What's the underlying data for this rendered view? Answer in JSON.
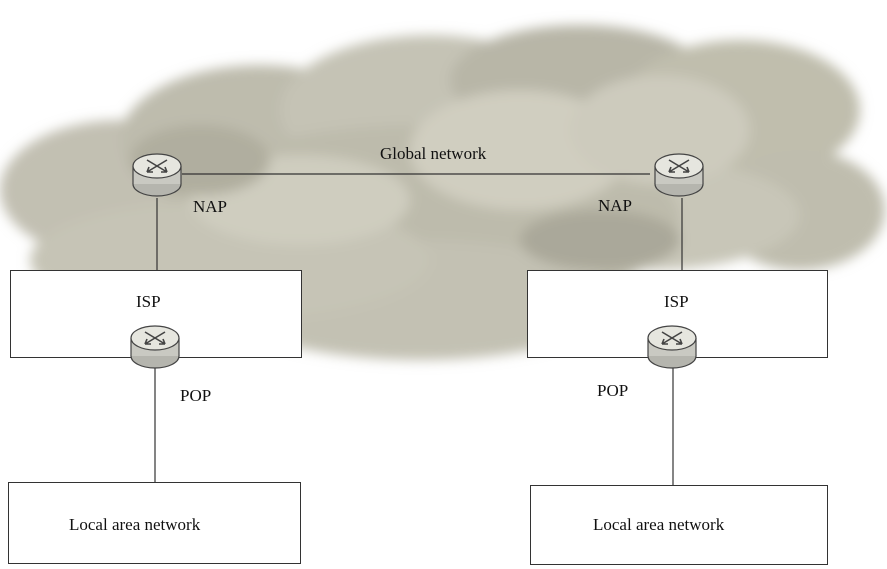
{
  "labels": {
    "global_network": "Global network",
    "nap_left": "NAP",
    "nap_right": "NAP",
    "isp_left": "ISP",
    "isp_right": "ISP",
    "pop_left": "POP",
    "pop_right": "POP",
    "lan_left": "Local area network",
    "lan_right": "Local area network"
  },
  "colors": {
    "cloud": "#b9b7a8",
    "cloud_light": "#cfccbe",
    "cloud_dark": "#a4a294",
    "line": "#333333",
    "router_body": "#c9c9c2",
    "router_top": "#e6e6df"
  },
  "icons": {
    "router": "router-icon"
  }
}
